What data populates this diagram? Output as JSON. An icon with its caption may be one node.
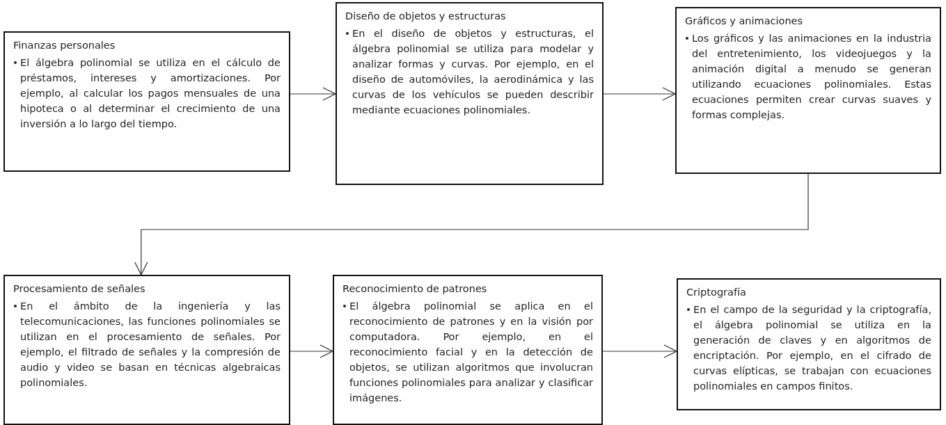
{
  "diagram": {
    "nodes": [
      {
        "text": [
          "Finanzas personales",
          "El álgebra polinomial se utiliza en el cálculo de préstamos, intereses y amortizaciones. Por ejemplo, al calcular los pagos mensuales de una hipoteca o al determinar el crecimiento de una inversión a lo largo del tiempo."
        ]
      },
      {
        "text": [
          "Diseño de objetos y estructuras",
          "En el diseño de objetos y estructuras, el álgebra polinomial se utiliza para modelar y analizar formas y curvas. Por ejemplo, en el diseño de automóviles, la aerodinámica y las curvas de los vehículos se pueden describir mediante ecuaciones polinomiales."
        ]
      },
      {
        "text": [
          "Gráficos y animaciones",
          "Los gráficos y las animaciones en la industria del entretenimiento, los videojuegos y la animación digital a menudo se generan utilizando ecuaciones polinomiales. Estas ecuaciones permiten crear curvas suaves y formas complejas."
        ]
      },
      {
        "text": [
          "Procesamiento de señales",
          "En el ámbito de la ingeniería y las telecomunicaciones, las funciones polinomiales se utilizan en el procesamiento de señales. Por ejemplo, el filtrado de señales y la compresión de audio y video se basan en técnicas algebraicas polinomiales."
        ]
      },
      {
        "text": [
          "Reconocimiento de patrones",
          "El álgebra polinomial se aplica en el reconocimiento de patrones y en la visión por computadora. Por ejemplo, en el reconocimiento facial y en la detección de objetos, se utilizan algoritmos que involucran funciones polinomiales para analizar y clasificar imágenes."
        ]
      },
      {
        "text": [
          "Criptografía",
          "En el campo de la seguridad y la criptografía, el álgebra polinomial se utiliza en la generación de claves y en algoritmos de encriptación. Por ejemplo, en el cifrado de curvas elípticas, se trabajan con ecuaciones polinomiales en campos finitos."
        ]
      }
    ],
    "edges": [
      {
        "from": 0,
        "to": 1,
        "arrow": "to"
      },
      {
        "from": 1,
        "to": 2,
        "arrow": "to"
      },
      {
        "from": 2,
        "to": 3,
        "arrow": "to"
      },
      {
        "from": 3,
        "to": 4,
        "arrow": "to"
      },
      {
        "from": 4,
        "to": 5,
        "arrow": "to"
      }
    ]
  }
}
